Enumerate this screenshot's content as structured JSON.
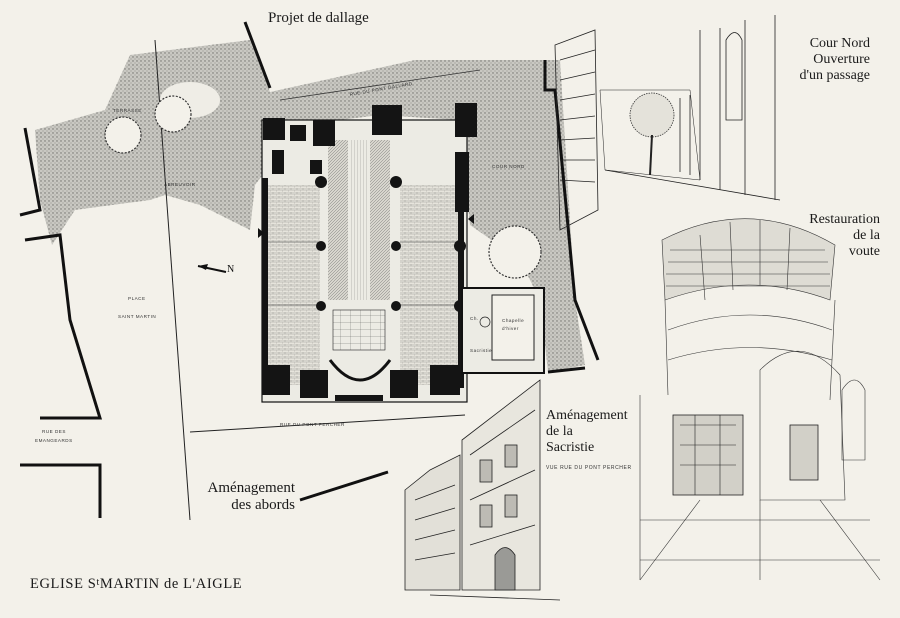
{
  "labels": {
    "projet_dallage": "Projet de dallage",
    "cour_nord": [
      "Cour Nord",
      "Ouverture",
      "d'un passage"
    ],
    "restauration": [
      "Restauration",
      "de la",
      "voute"
    ],
    "sacristie": [
      "Aménagement",
      "de la",
      "Sacristie"
    ],
    "vue_rue": "VUE RUE DU PONT PERCHER",
    "abords": [
      "Aménagement",
      "des abords"
    ],
    "title_main_1": "EGLISE S",
    "title_sup": "t",
    "title_main_2": "MARTIN de L'AIGLE"
  },
  "plan_labels": {
    "terrasse": "TERRASSE",
    "abreuvoir": "ABREUVOIR",
    "rue_pont_gallard": "RUE DU PONT GALLARD",
    "cour_nord_small": "COUR NORD",
    "place": "PLACE",
    "saint_martin": "SAINT MARTIN",
    "rue_emangeards_1": "RUE DES",
    "rue_emangeards_2": "EMANGEARDS",
    "rue_pont_percher": "RUE DU PONT PERCHER",
    "north": "N",
    "choeur": "Ch.",
    "chapelle_1": "Chapelle",
    "chapelle_2": "d'hiver",
    "sacristie_small": "Sacristie"
  },
  "colors": {
    "paper": "#f3f1ea",
    "ink": "#1a1a1a",
    "shade": "#9a9a96"
  }
}
